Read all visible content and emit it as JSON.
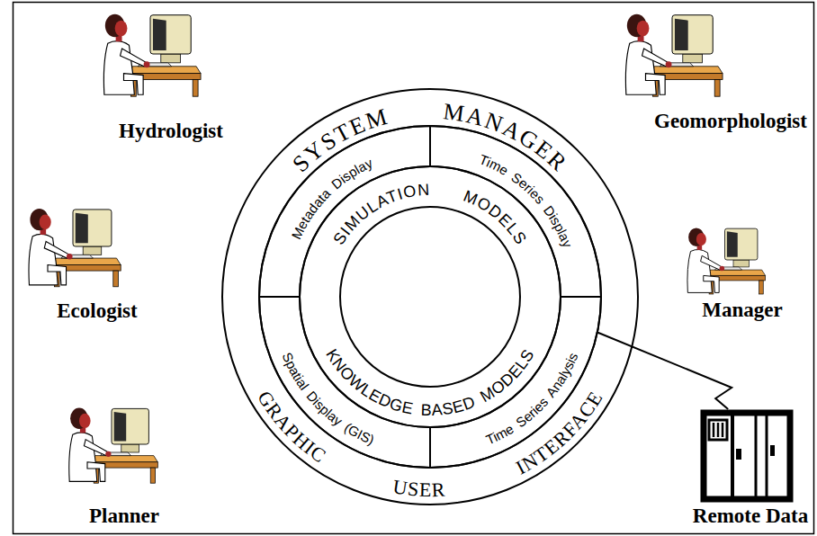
{
  "diagram": {
    "nodes": [
      {
        "text": [
          "Hydrologist"
        ]
      },
      {
        "text": [
          "Geomorphologist"
        ]
      },
      {
        "text": [
          "SYSTEM MANAGER",
          "GRAPHIC USER INTERFACE"
        ]
      },
      {
        "text": [
          "Metadata Display"
        ],
        "in": 2
      },
      {
        "text": [
          "Time Series Display"
        ],
        "in": 2
      },
      {
        "text": [
          "SIMULATION MODELS",
          "KNOWLEDGE BASED MODELS"
        ],
        "in": 2
      },
      {
        "text": [
          "Spatial Display (GIS)"
        ],
        "in": 2
      },
      {
        "text": [
          "Time Series Analysis"
        ],
        "in": 2
      },
      {
        "text": [
          "Ecologist"
        ]
      },
      {
        "text": [
          "Manager"
        ]
      },
      {
        "text": [
          "Planner"
        ]
      },
      {
        "text": [
          "Remote Data"
        ]
      }
    ],
    "edges": [
      {
        "from": 11,
        "to": 7,
        "arrow": "none"
      }
    ]
  }
}
